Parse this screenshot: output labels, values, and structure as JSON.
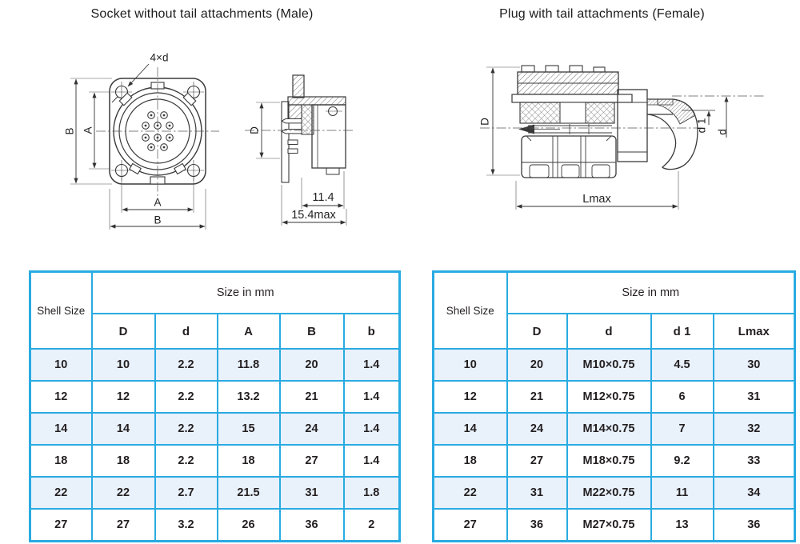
{
  "titles": {
    "socket": "Socket without tail attachments (Male)",
    "plug": "Plug with tail attachments (Female)"
  },
  "drawing_labels": {
    "socket_front": {
      "mount_holes": "4×d",
      "outer_width_left": "B",
      "inner_width_left": "A",
      "inner_width_bottom": "A",
      "outer_width_bottom": "B"
    },
    "socket_side": {
      "diameter": "D",
      "depth": "11.4",
      "depth_max": "15.4max"
    },
    "plug_side": {
      "diameter": "D",
      "length_max": "Lmax",
      "tail_inner_diameter": "d 1",
      "tail_outer_diameter": "d"
    }
  },
  "socket_table": {
    "shell_header": "Shell Size",
    "size_header": "Size in mm",
    "columns": [
      "D",
      "d",
      "A",
      "B",
      "b"
    ],
    "rows": [
      [
        "10",
        "10",
        "2.2",
        "11.8",
        "20",
        "1.4"
      ],
      [
        "12",
        "12",
        "2.2",
        "13.2",
        "21",
        "1.4"
      ],
      [
        "14",
        "14",
        "2.2",
        "15",
        "24",
        "1.4"
      ],
      [
        "18",
        "18",
        "2.2",
        "18",
        "27",
        "1.4"
      ],
      [
        "22",
        "22",
        "2.7",
        "21.5",
        "31",
        "1.8"
      ],
      [
        "27",
        "27",
        "3.2",
        "26",
        "36",
        "2"
      ]
    ]
  },
  "plug_table": {
    "shell_header": "Shell Size",
    "size_header": "Size in mm",
    "columns": [
      "D",
      "d",
      "d 1",
      "Lmax"
    ],
    "rows": [
      [
        "10",
        "20",
        "M10×0.75",
        "4.5",
        "30"
      ],
      [
        "12",
        "21",
        "M12×0.75",
        "6",
        "31"
      ],
      [
        "14",
        "24",
        "M14×0.75",
        "7",
        "32"
      ],
      [
        "18",
        "27",
        "M18×0.75",
        "9.2",
        "33"
      ],
      [
        "22",
        "31",
        "M22×0.75",
        "11",
        "34"
      ],
      [
        "27",
        "36",
        "M27×0.75",
        "13",
        "36"
      ]
    ]
  },
  "colors": {
    "table_border": "#29ABE2",
    "row_shade": "#E9F1FB",
    "text": "#231F20"
  }
}
